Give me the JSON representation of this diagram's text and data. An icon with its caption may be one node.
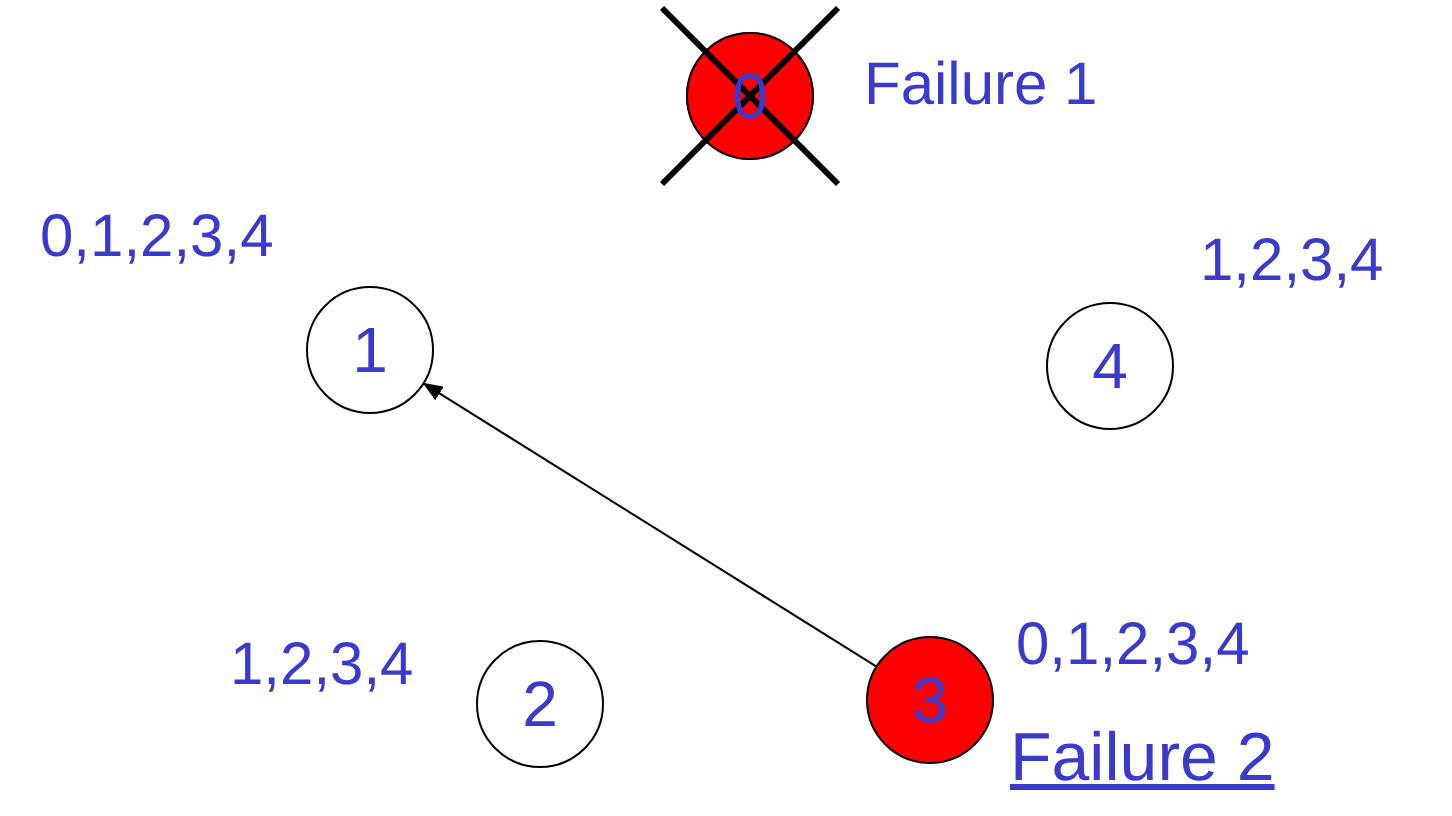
{
  "diagram": {
    "nodes": [
      {
        "text": [
          "0"
        ],
        "beside": [
          "Failure 1"
        ]
      },
      {
        "text": [
          "1"
        ],
        "beside": [
          "0,1,2,3,4"
        ]
      },
      {
        "text": [
          "2"
        ],
        "beside": [
          "1,2,3,4"
        ]
      },
      {
        "text": [
          "3"
        ],
        "beside": [
          "0,1,2,3,4",
          "Failure 2"
        ]
      },
      {
        "text": [
          "4"
        ],
        "beside": [
          "1,2,3,4"
        ]
      }
    ],
    "edges": [
      {
        "from": 3,
        "to": 1,
        "arrow": "to"
      }
    ]
  }
}
